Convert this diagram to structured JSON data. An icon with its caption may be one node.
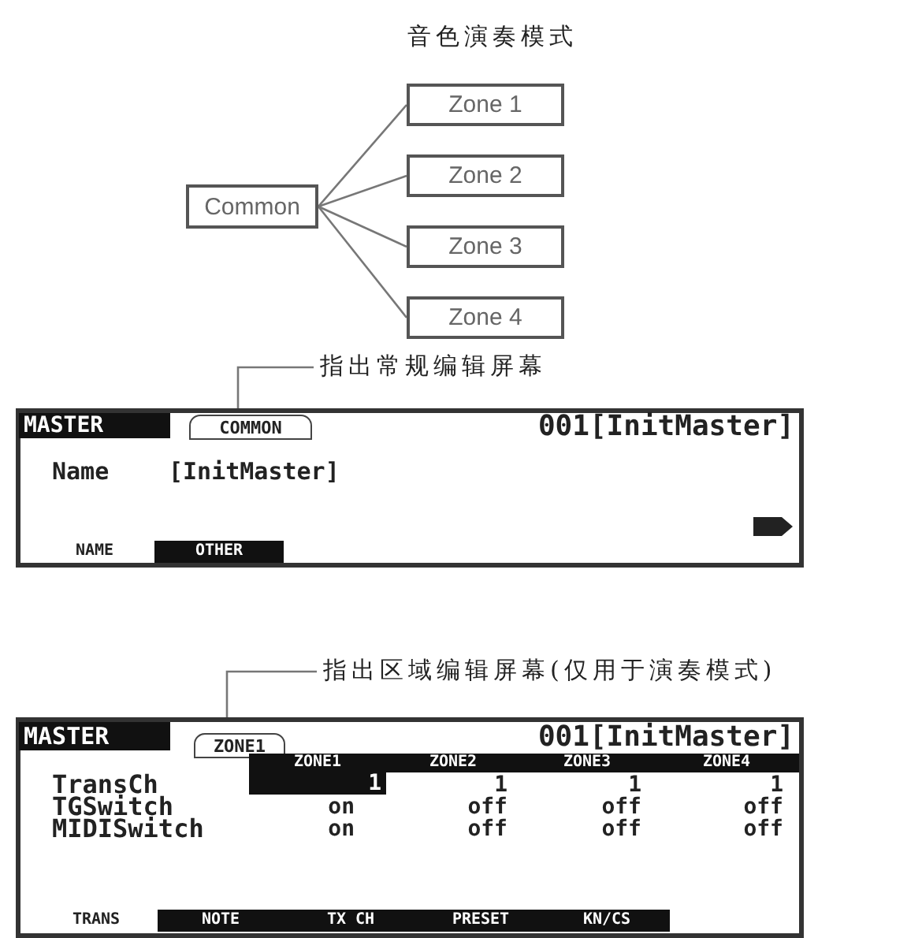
{
  "diagram": {
    "title": "音色演奏模式",
    "nodes": [
      {
        "text": [
          "Common"
        ]
      },
      {
        "text": [
          "Zone 1"
        ]
      },
      {
        "text": [
          "Zone 2"
        ]
      },
      {
        "text": [
          "Zone 3"
        ]
      },
      {
        "text": [
          "Zone 4"
        ]
      },
      {
        "text": [
          "指出常规编辑屏幕"
        ]
      },
      {
        "text": [
          "COMMON"
        ]
      },
      {
        "text": [
          "指出区域编辑屏幕(仅用于演奏模式)"
        ]
      },
      {
        "text": [
          "ZONE1"
        ]
      }
    ],
    "edges": [
      {
        "from": 0,
        "to": 1,
        "arrow": "none"
      },
      {
        "from": 0,
        "to": 2,
        "arrow": "none"
      },
      {
        "from": 0,
        "to": 3,
        "arrow": "none"
      },
      {
        "from": 0,
        "to": 4,
        "arrow": "none"
      },
      {
        "from": 5,
        "to": 6,
        "arrow": "none"
      },
      {
        "from": 7,
        "to": 8,
        "arrow": "none"
      }
    ],
    "labels": [
      "MASTER",
      "001[InitMaster]",
      "Name",
      "[InitMaster]",
      "NAME",
      "OTHER",
      "MASTER",
      "001[InitMaster]",
      "ZONE1",
      "ZONE2",
      "ZONE3",
      "ZONE4",
      "TransCh",
      "1",
      "1",
      "1",
      "1",
      "TGSwitch",
      "on",
      "off",
      "off",
      "off",
      "MIDISwitch",
      "on",
      "off",
      "off",
      "off",
      "TRANS",
      "NOTE",
      "TX CH",
      "PRESET",
      "KN/CS"
    ]
  }
}
